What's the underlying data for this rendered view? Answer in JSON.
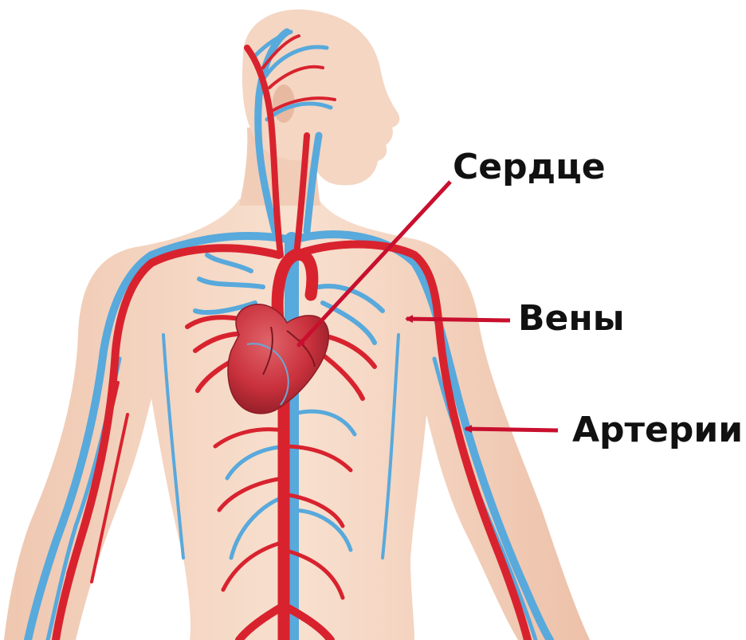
{
  "labels": {
    "heart": "Сердце",
    "veins": "Вены",
    "arteries": "Артерии"
  },
  "colors": {
    "skin": "#f4d6c3",
    "skin_shadow": "#e7b9a0",
    "artery": "#d8232f",
    "vein": "#58a9dc",
    "heart": "#c9313c",
    "pointer_arrow": "#c8102e",
    "label_text": "#111111"
  }
}
